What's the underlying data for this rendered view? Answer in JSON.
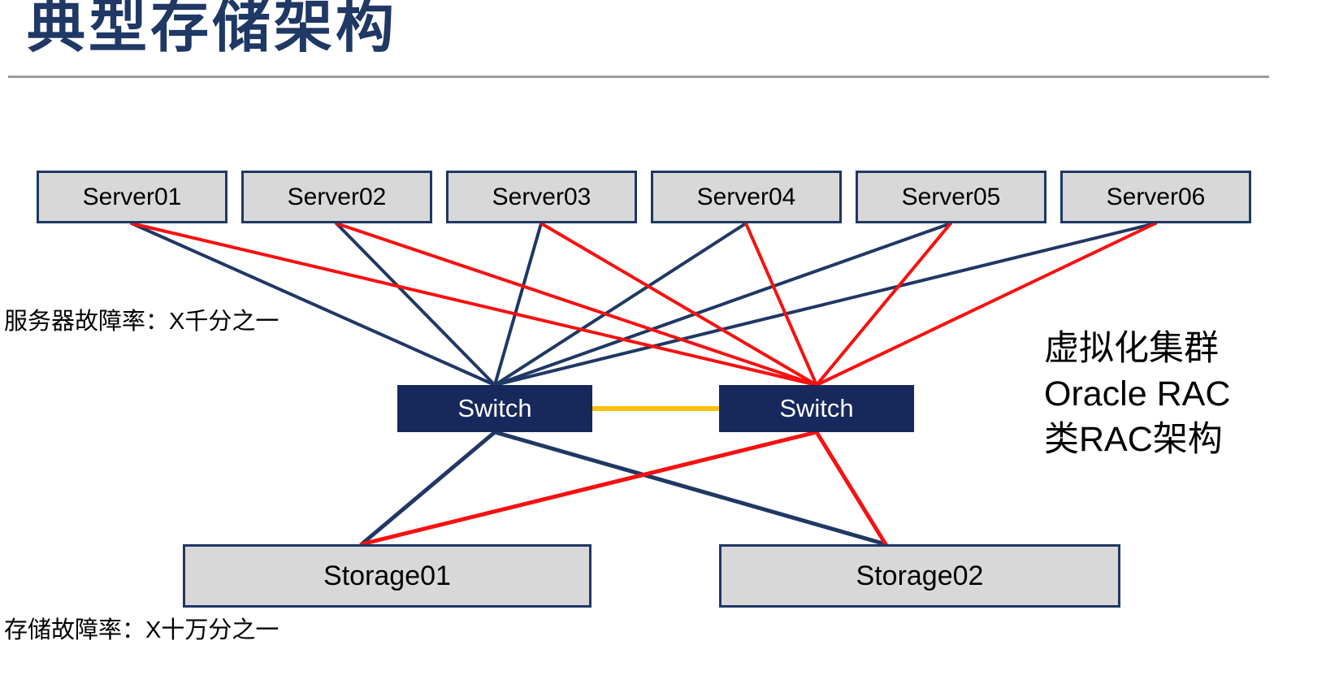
{
  "title": "典型存储架构",
  "labels": {
    "server_failure_rate": "服务器故障率：X千分之一",
    "storage_failure_rate": "存储故障率：X十万分之一"
  },
  "annotation": {
    "line1": "虚拟化集群",
    "line2": "Oracle RAC",
    "line3": "类RAC架构"
  },
  "nodes": {
    "servers": [
      {
        "label": "Server01"
      },
      {
        "label": "Server02"
      },
      {
        "label": "Server03"
      },
      {
        "label": "Server04"
      },
      {
        "label": "Server05"
      },
      {
        "label": "Server06"
      }
    ],
    "switches": [
      {
        "label": "Switch"
      },
      {
        "label": "Switch"
      }
    ],
    "storages": [
      {
        "label": "Storage01"
      },
      {
        "label": "Storage02"
      }
    ]
  },
  "colors": {
    "navy": "#1F3864",
    "red": "#F81010",
    "yellow": "#FFC000",
    "box_fill": "#D8D8D8",
    "switch_fill": "#17285C",
    "divider_gray": "#9B9B9B"
  },
  "connections": [
    {
      "from": "server1-bottom",
      "to": "switch1-top",
      "color": "navy",
      "width": 4
    },
    {
      "from": "server2-bottom",
      "to": "switch1-top",
      "color": "navy",
      "width": 4
    },
    {
      "from": "server3-bottom",
      "to": "switch1-top",
      "color": "navy",
      "width": 4
    },
    {
      "from": "server4-bottom",
      "to": "switch1-top",
      "color": "navy",
      "width": 4
    },
    {
      "from": "server5-bottom",
      "to": "switch1-top",
      "color": "navy",
      "width": 4
    },
    {
      "from": "server6-bottom",
      "to": "switch1-top",
      "color": "navy",
      "width": 4
    },
    {
      "from": "server1-bottom",
      "to": "switch2-top",
      "color": "red",
      "width": 4
    },
    {
      "from": "server2-bottom",
      "to": "switch2-top",
      "color": "red",
      "width": 4
    },
    {
      "from": "server3-bottom",
      "to": "switch2-top",
      "color": "red",
      "width": 4
    },
    {
      "from": "server4-bottom",
      "to": "switch2-top",
      "color": "red",
      "width": 4
    },
    {
      "from": "server5-bottom",
      "to": "switch2-top",
      "color": "red",
      "width": 4
    },
    {
      "from": "server6-bottom",
      "to": "switch2-top",
      "color": "red",
      "width": 4
    },
    {
      "from": "switch1-bottom",
      "to": "storage1-top",
      "color": "navy",
      "width": 5
    },
    {
      "from": "switch1-bottom",
      "to": "storage2-top",
      "color": "navy",
      "width": 5
    },
    {
      "from": "switch2-bottom",
      "to": "storage1-top",
      "color": "red",
      "width": 5
    },
    {
      "from": "switch2-bottom",
      "to": "storage2-top",
      "color": "red",
      "width": 5
    },
    {
      "from": "switch1-right",
      "to": "switch2-left",
      "color": "yellow",
      "width": 6
    }
  ]
}
